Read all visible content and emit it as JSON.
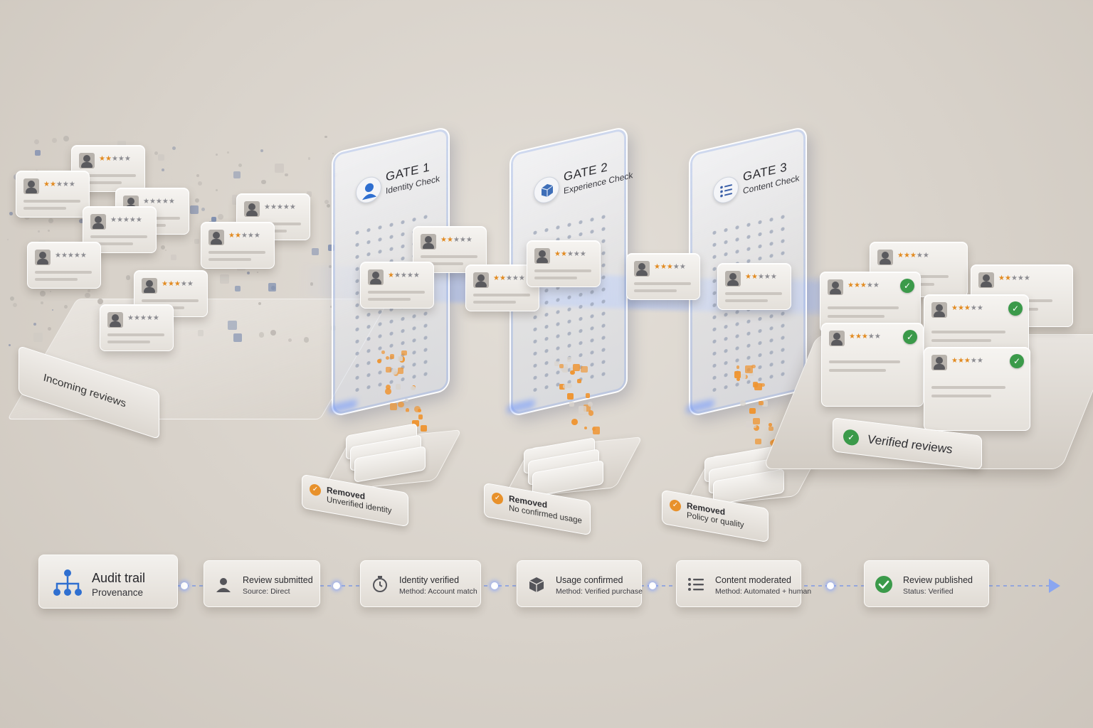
{
  "incoming": {
    "label": "Incoming reviews"
  },
  "gates": [
    {
      "number": "GATE 1",
      "name": "Identity Check",
      "icon": "user-icon"
    },
    {
      "number": "GATE 2",
      "name": "Experience Check",
      "icon": "box-icon"
    },
    {
      "number": "GATE 3",
      "name": "Content Check",
      "icon": "list-icon"
    }
  ],
  "removed": [
    {
      "title": "Removed",
      "reason": "Unverified identity"
    },
    {
      "title": "Removed",
      "reason": "No confirmed usage"
    },
    {
      "title": "Removed",
      "reason": "Policy or quality"
    }
  ],
  "verified": {
    "label": "Verified reviews"
  },
  "audit": {
    "title": "Audit trail",
    "subtitle": "Provenance",
    "icon": "hierarchy-icon",
    "steps": [
      {
        "title": "Review submitted",
        "detail": "Source: Direct",
        "icon": "user-icon"
      },
      {
        "title": "Identity verified",
        "detail": "Method: Account match",
        "icon": "stopwatch-icon"
      },
      {
        "title": "Usage confirmed",
        "detail": "Method: Verified purchase",
        "icon": "box-icon"
      },
      {
        "title": "Content moderated",
        "detail": "Method: Automated + human",
        "icon": "list-icon"
      },
      {
        "title": "Review published",
        "detail": "Status: Verified",
        "icon": "check-circle-icon"
      }
    ]
  },
  "colors": {
    "accent_blue": "#2f6fd0",
    "removed_orange": "#e8912b",
    "verified_green": "#3b9a4a",
    "star_orange": "#e28b22"
  }
}
